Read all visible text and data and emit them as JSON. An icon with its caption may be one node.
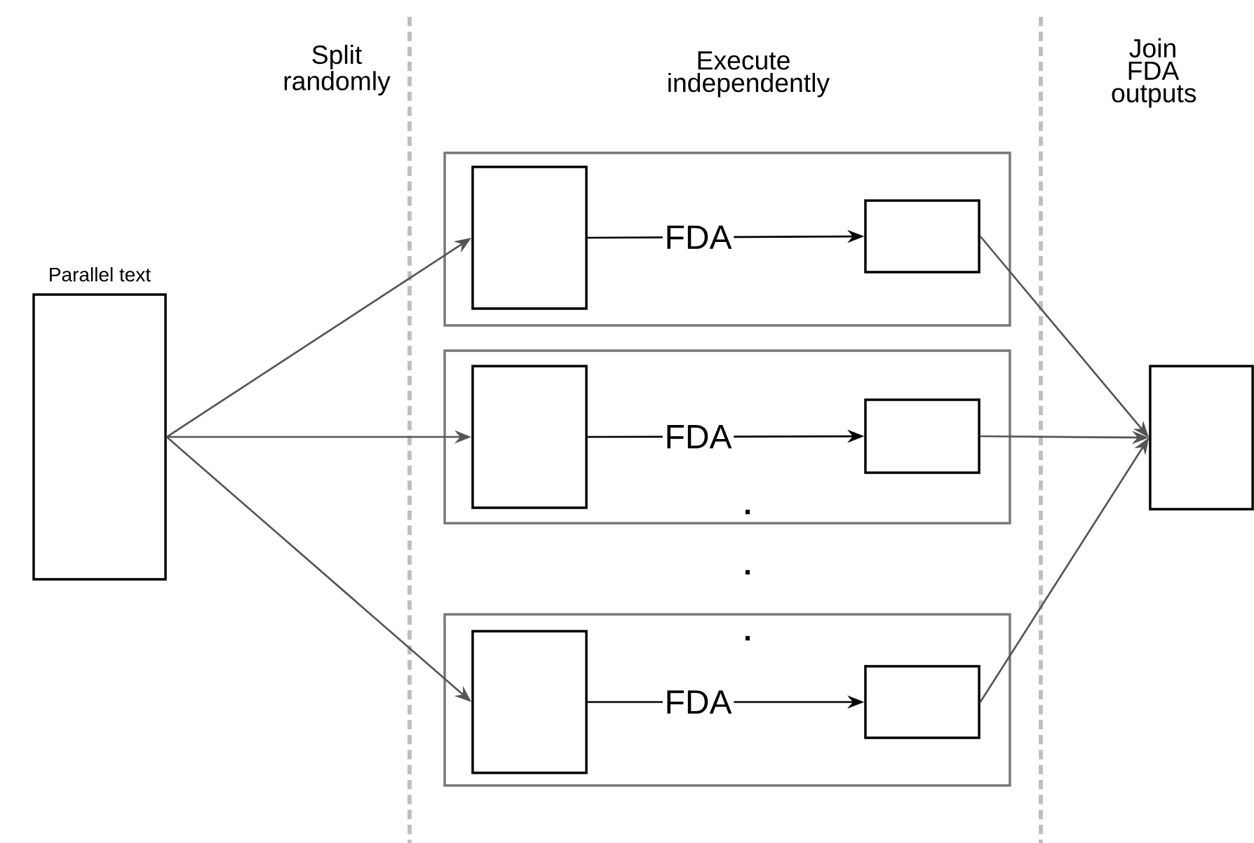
{
  "diagram": {
    "nodes": [
      {
        "text": [
          "Parallel text"
        ]
      },
      {
        "text": [],
        "shape": "box"
      },
      {
        "text": [],
        "shape": "box",
        "in": 1
      },
      {
        "text": [],
        "shape": "box",
        "in": 1
      },
      {
        "text": [],
        "shape": "box"
      },
      {
        "text": [],
        "shape": "box",
        "in": 4
      },
      {
        "text": [],
        "shape": "box",
        "in": 4
      },
      {
        "text": [],
        "shape": "box"
      },
      {
        "text": [],
        "shape": "box",
        "in": 7
      },
      {
        "text": [],
        "shape": "box",
        "in": 7
      },
      {
        "text": [],
        "shape": "box"
      }
    ],
    "edges": [
      {
        "from": 0,
        "to": 2,
        "arrow": "to"
      },
      {
        "from": 0,
        "to": 5,
        "arrow": "to"
      },
      {
        "from": 0,
        "to": 8,
        "arrow": "to"
      },
      {
        "from": 2,
        "to": 3,
        "arrow": "to",
        "label": "FDA",
        "color": "#000000"
      },
      {
        "from": 5,
        "to": 6,
        "arrow": "to",
        "label": "FDA",
        "color": "#000000"
      },
      {
        "from": 8,
        "to": 9,
        "arrow": "to",
        "label": "FDA",
        "color": "#000000"
      },
      {
        "from": 3,
        "to": 10,
        "arrow": "to"
      },
      {
        "from": 6,
        "to": 10,
        "arrow": "to"
      },
      {
        "from": 9,
        "to": 10,
        "arrow": "to"
      }
    ],
    "labels": [
      "Split randomly",
      "Execute independently",
      "Join FDA outputs",
      ".",
      ".",
      "."
    ]
  }
}
